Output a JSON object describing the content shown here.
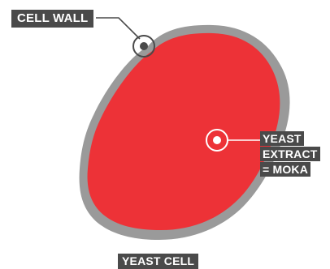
{
  "labels": {
    "cell_wall": "CELL WALL",
    "yeast_extract": [
      "YEAST",
      "EXTRACT",
      "= MOKA"
    ],
    "yeast_cell": "YEAST CELL"
  },
  "colors": {
    "cell_wall": "#9a9a9a",
    "cytoplasm": "#ed3237",
    "label_bg": "#4a4a4a",
    "leader": "#4a4a4a"
  }
}
